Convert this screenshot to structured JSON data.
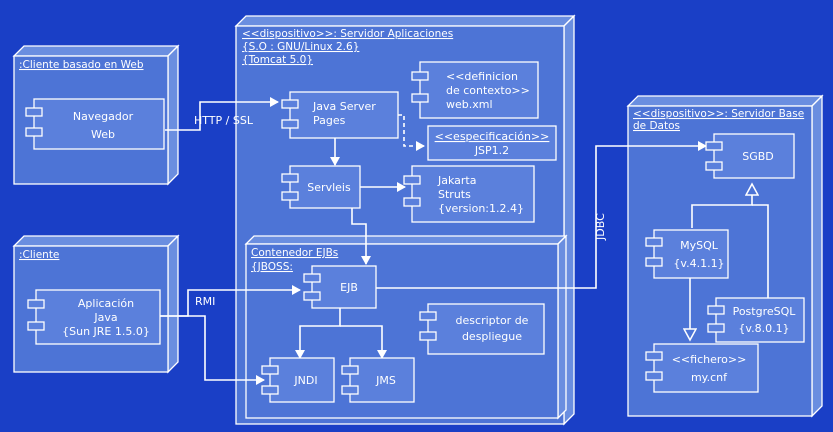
{
  "colors": {
    "background": "#1a3fc6",
    "node_fill": "#4d74d6",
    "node_side": "#6a8ee0",
    "component_fill": "#5b80dc",
    "line": "#ffffff"
  },
  "nodes": {
    "web_client": {
      "title": ":Cliente basado en Web"
    },
    "client": {
      "title": ":Cliente"
    },
    "app_server": {
      "title": "<<dispositivo>>: Servidor Aplicaciones",
      "os": "{S.O : GNU/Linux 2.6}",
      "tomcat": "{Tomcat 5.0}"
    },
    "ejb_container": {
      "title": "Contenedor EJBs",
      "jboss": "{JBOSS:"
    },
    "db_server": {
      "title_1": "<<dispositivo>>: Servidor Base",
      "title_2": "de Datos"
    }
  },
  "components": {
    "navegador": {
      "line1": "Navegador",
      "line2": "Web"
    },
    "java_app": {
      "line1": "Aplicación",
      "line2": "Java",
      "line3": "{Sun JRE 1.5.0}"
    },
    "jsp": {
      "line1": "Java Server",
      "line2": "Pages"
    },
    "servlets": {
      "line1": "Servleis"
    },
    "jakarta": {
      "line1": "Jakarta",
      "line2": "Struts",
      "line3": "{version:1.2.4}"
    },
    "web_xml": {
      "line1": "<<definicion",
      "line2": "de contexto>>",
      "line3": "web.xml"
    },
    "jsp_spec": {
      "line1": "<<especificación>>",
      "line2": "JSP1.2"
    },
    "ejb": {
      "line1": "EJB"
    },
    "descriptor": {
      "line1": "descriptor de",
      "line2": "despliegue"
    },
    "jndi": {
      "line1": "JNDI"
    },
    "jms": {
      "line1": "JMS"
    },
    "sgbd": {
      "line1": "SGBD"
    },
    "mysql": {
      "line1": "MySQL",
      "line2": "{v.4.1.1}"
    },
    "postgres": {
      "line1": "PostgreSQL",
      "line2": "{v.8.0.1}"
    },
    "my_cnf": {
      "line1": "<<fichero>>",
      "line2": "my.cnf"
    }
  },
  "connections": {
    "http_label": "HTTP / SSL",
    "rmi_label": "RMI",
    "jdbc_label": "JDBC"
  }
}
